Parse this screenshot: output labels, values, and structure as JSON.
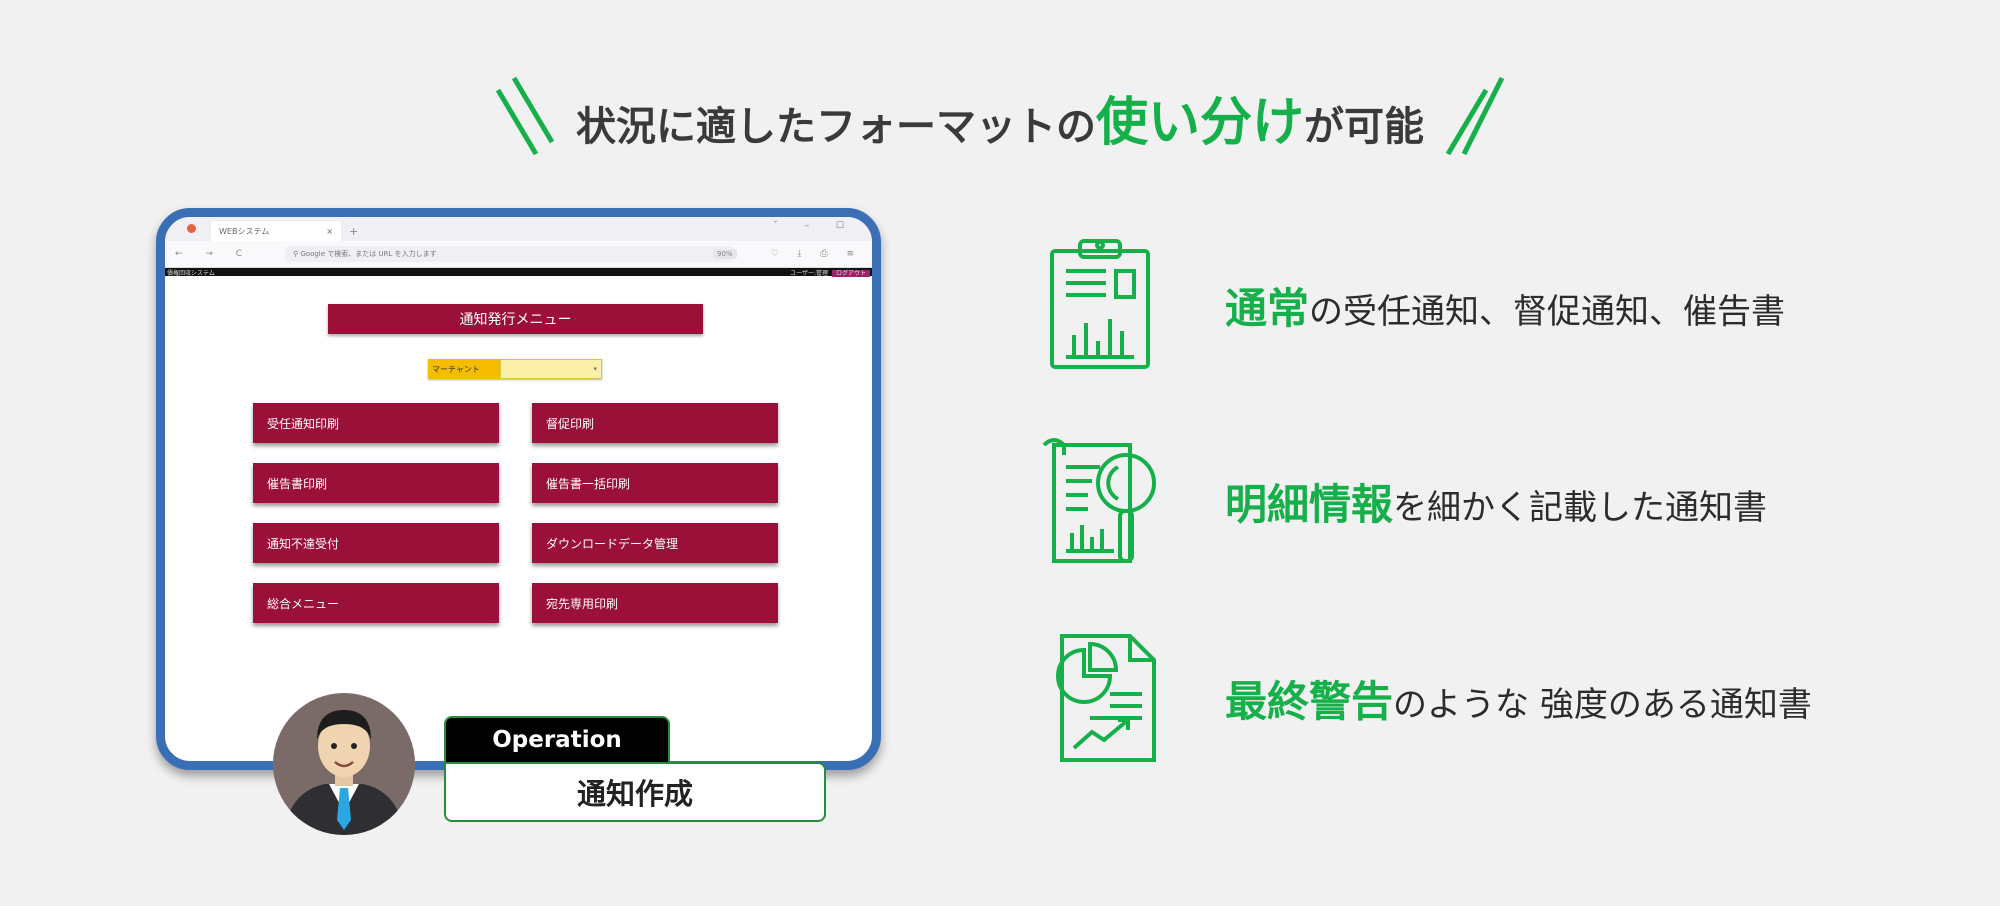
{
  "headline": {
    "prefix": "状況に適したフォーマットの",
    "accent": "使い分け",
    "suffix": "が可能"
  },
  "browser": {
    "tab_title": "WEBシステム",
    "tab_close": "×",
    "new_tab": "+",
    "window_controls": "ˇ – ☐",
    "nav": "← → C",
    "url_placeholder": "Google で検索、または URL を入力します",
    "zoom": "90%",
    "tools": "♡ ⤓ ⎙ ≡",
    "app_left": "債権回収システム",
    "app_right_1": "ユーザー:管理",
    "app_right_2": "ログアウト"
  },
  "app": {
    "menu_title": "通知発行メニュー",
    "merchant_label": "マーチャント",
    "merchant_arrow": "▾",
    "buttons": [
      {
        "label": "受任通知印刷"
      },
      {
        "label": "督促印刷"
      },
      {
        "label": "催告書印刷"
      },
      {
        "label": "催告書一括印刷"
      },
      {
        "label": "通知不達受付"
      },
      {
        "label": "ダウンロードデータ管理"
      },
      {
        "label": "総合メニュー"
      },
      {
        "label": "宛先専用印刷"
      }
    ]
  },
  "operation": {
    "tag": "Operation",
    "label": "通知作成"
  },
  "features": [
    {
      "highlight": "通常",
      "rest": "の受任通知、督促通知、催告書",
      "icon": "clipboard-chart-icon"
    },
    {
      "highlight": "明細情報",
      "rest": "を細かく記載した通知書",
      "icon": "document-magnifier-icon"
    },
    {
      "highlight": "最終警告",
      "rest": "のような 強度のある通知書",
      "icon": "report-pie-chart-icon"
    }
  ],
  "colors": {
    "accent_green": "#16b04b",
    "menu_maroon": "#9b1038",
    "tablet_blue": "#3a6fb5"
  }
}
